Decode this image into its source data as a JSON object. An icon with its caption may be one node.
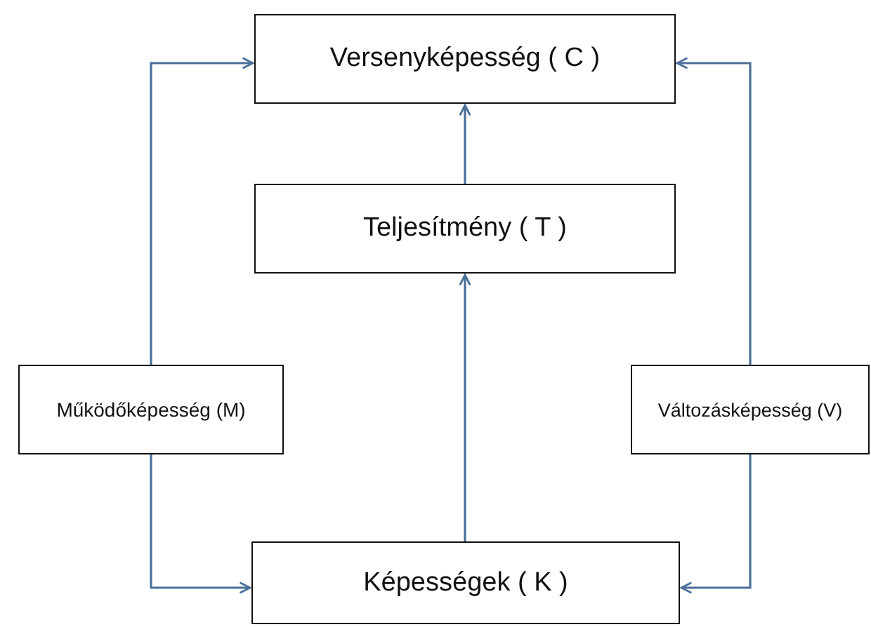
{
  "diagram": {
    "nodes": [
      {
        "text": [
          "Versenyképesség ( C )"
        ]
      },
      {
        "text": [
          "Teljesítmény ( T )"
        ]
      },
      {
        "text": [
          "Működőképesség (M)"
        ]
      },
      {
        "text": [
          "Változásképesség (V)"
        ]
      },
      {
        "text": [
          "Képességek ( K )"
        ]
      }
    ],
    "edges": [
      {
        "from": 1,
        "to": 0,
        "arrow": "to"
      },
      {
        "from": 4,
        "to": 1,
        "arrow": "to"
      },
      {
        "from": 2,
        "to": 0,
        "arrow": "to"
      },
      {
        "from": 3,
        "to": 0,
        "arrow": "to"
      },
      {
        "from": 2,
        "to": 4,
        "arrow": "to"
      },
      {
        "from": 3,
        "to": 4,
        "arrow": "to"
      }
    ]
  }
}
